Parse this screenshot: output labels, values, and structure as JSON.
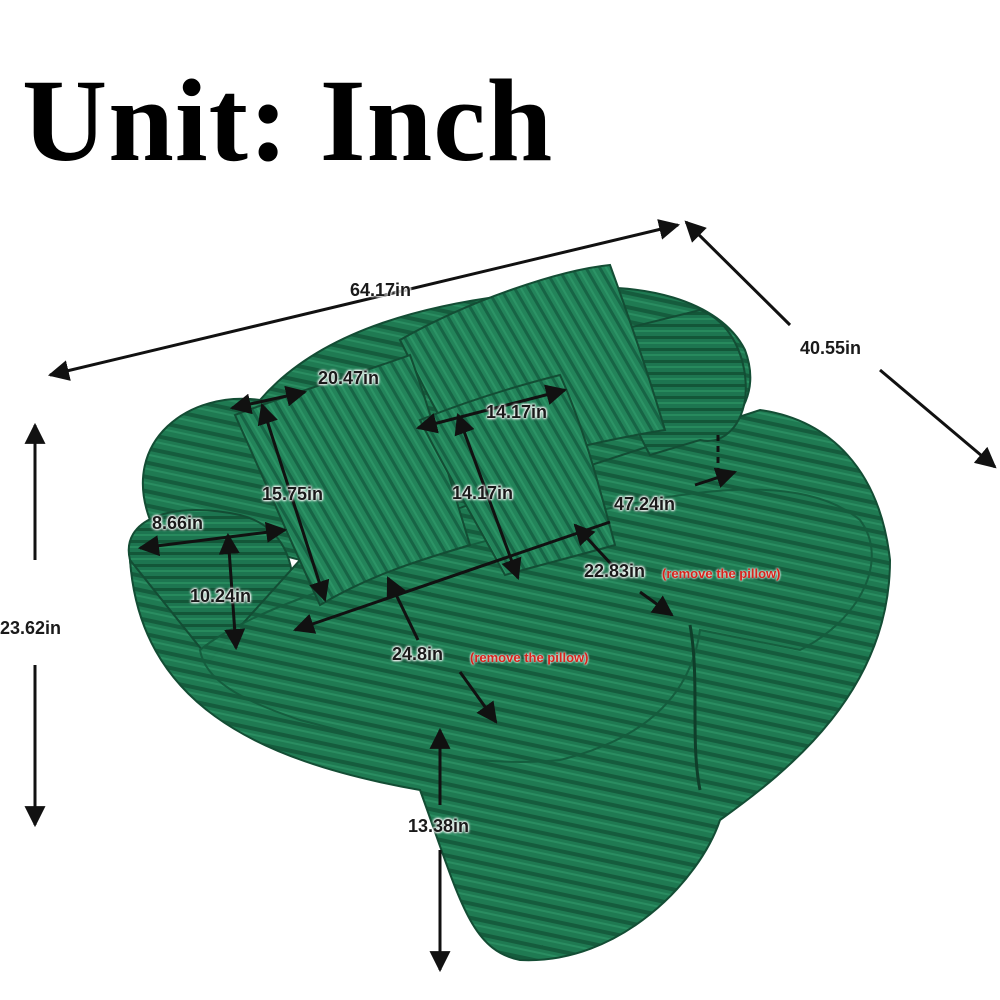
{
  "title": "Unit: Inch",
  "product": {
    "name": "green corduroy bean bag loveseat with pillows",
    "color": "#1f7a52"
  },
  "dimensions": {
    "overall_width": "64.17in",
    "overall_depth": "40.55in",
    "overall_height": "23.62in",
    "pillow_large_width": "20.47in",
    "pillow_large_height": "15.75in",
    "pillow_small_width": "14.17in",
    "pillow_small_height": "14.17in",
    "seat_width": "47.24in",
    "arm_width": "8.66in",
    "arm_height": "10.24in",
    "seat_depth_right": "22.83in",
    "seat_depth_left": "24.8in",
    "seat_height": "13.38in"
  },
  "notes": {
    "remove_pillow_right": "(remove the pillow)",
    "remove_pillow_left": "(remove the pillow)"
  }
}
